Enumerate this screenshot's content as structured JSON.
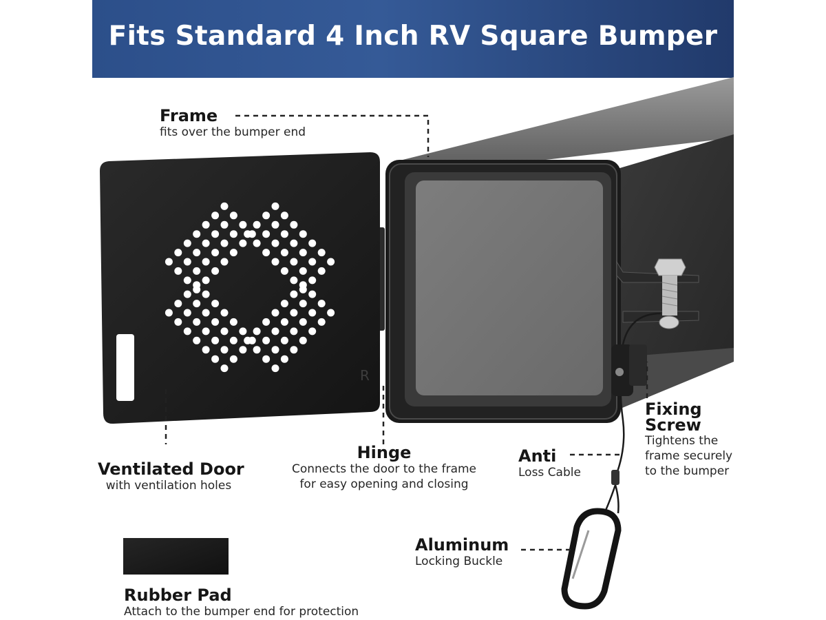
{
  "title": "Fits Standard 4 Inch RV Square Bumper",
  "colors": {
    "banner": "#2c4f8a",
    "product": "#1c1c1c",
    "text": "#161616"
  },
  "callouts": {
    "frame": {
      "title": "Frame",
      "desc": "fits over the bumper end"
    },
    "ventilated_door": {
      "title": "Ventilated Door",
      "desc": "with ventilation holes"
    },
    "hinge": {
      "title": "Hinge",
      "desc_line1": "Connects the door to the frame",
      "desc_line2": "for easy opening and closing"
    },
    "anti_loss_cable": {
      "title": "Anti",
      "desc": "Loss Cable"
    },
    "fixing_screw": {
      "title_line1": "Fixing",
      "title_line2": "Screw",
      "desc_line1": "Tightens the",
      "desc_line2": "frame securely",
      "desc_line3": "to the bumper"
    },
    "aluminum_buckle": {
      "title": "Aluminum",
      "desc": "Locking Buckle"
    },
    "rubber_pad": {
      "title": "Rubber Pad",
      "desc": "Attach to the bumper end for protection"
    }
  },
  "door_logo": "R"
}
